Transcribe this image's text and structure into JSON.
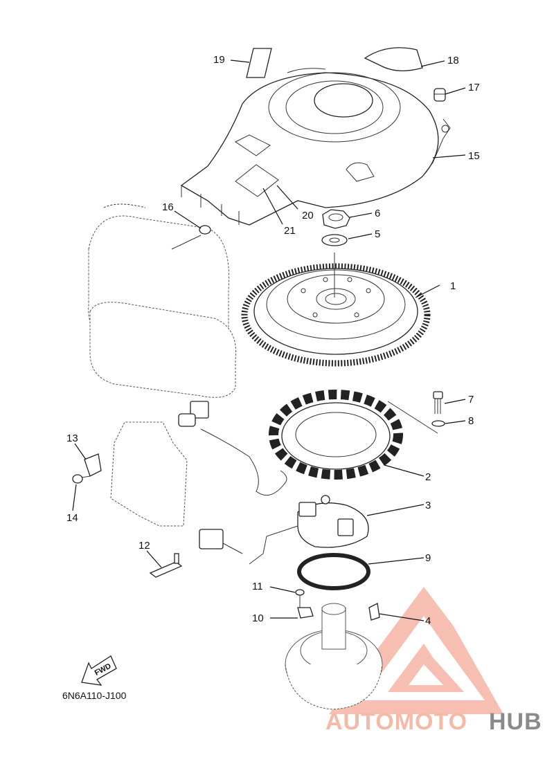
{
  "diagram": {
    "callouts": [
      "1",
      "2",
      "3",
      "4",
      "5",
      "6",
      "7",
      "8",
      "9",
      "10",
      "11",
      "12",
      "13",
      "14",
      "15",
      "16",
      "17",
      "18",
      "19",
      "20",
      "21"
    ],
    "diagram_code": "6N6A110-J100",
    "direction_label": "FWD"
  },
  "watermark": {
    "part1": "AUTOMOTO",
    "part2": "HUB",
    "color_primary": "#f08a7a",
    "color_secondary": "#8a8a8a"
  }
}
